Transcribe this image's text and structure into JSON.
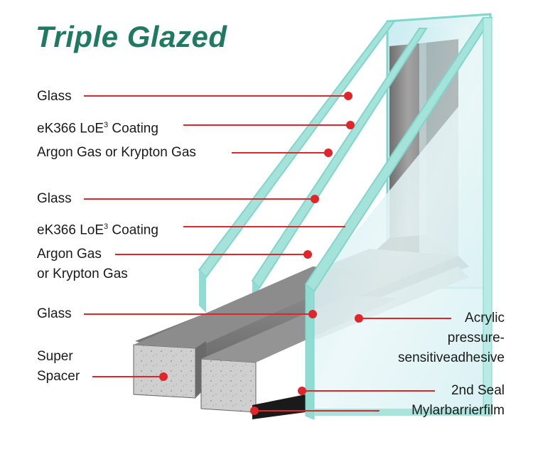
{
  "title": "Triple Glazed",
  "labels": {
    "glass_1": "Glass",
    "coating_1_pre": "eK366 LoE",
    "coating_1_sup": "3",
    "coating_1_post": " Coating",
    "gas_1": "Argon Gas or Krypton Gas",
    "glass_2": "Glass",
    "coating_2_pre": "eK366 LoE",
    "coating_2_sup": "3",
    "coating_2_post": " Coating",
    "gas_2_line1": "Argon Gas",
    "gas_2_line2": "or Krypton Gas",
    "glass_3": "Glass",
    "spacer_line1": "Super",
    "spacer_line2": "Spacer",
    "adhesive_line1": "Acrylic",
    "adhesive_line2": "pressure-",
    "adhesive_line3": "sensitiveadhesive",
    "seal": "2nd Seal",
    "mylar": "Mylarbarrierfilm"
  },
  "colors": {
    "title": "#1e7a63",
    "leader": "#e0262b",
    "glass_edge": "#7fd6cc",
    "glass_face": "#e3f4f6",
    "spacer": "#8a8a8a"
  }
}
